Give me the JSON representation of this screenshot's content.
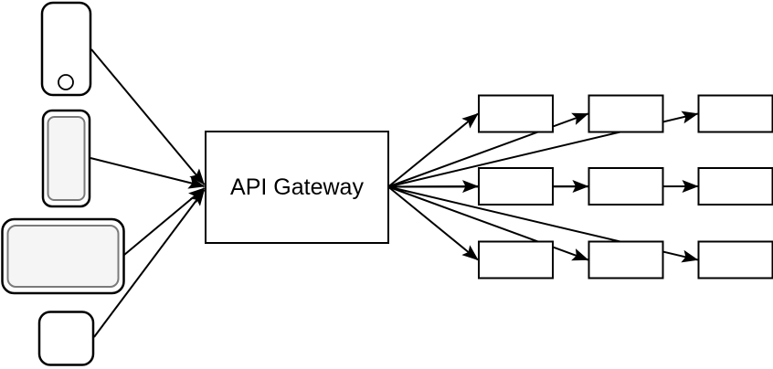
{
  "gateway": {
    "label": "API Gateway"
  },
  "clients": [
    {
      "name": "smartphone",
      "shape": "rounded-rect-with-home-button-circle",
      "fill": "#ffffff"
    },
    {
      "name": "tablet-portrait",
      "shape": "double-rounded-rect",
      "inner_fill": "#f5f5f5"
    },
    {
      "name": "tablet-landscape",
      "shape": "double-rounded-rect",
      "inner_fill": "#f5f5f5"
    },
    {
      "name": "generic-device",
      "shape": "rounded-square",
      "fill": "#ffffff"
    }
  ],
  "service_grid": {
    "rows": 3,
    "columns": 3,
    "box_labels": [
      [
        "",
        "",
        ""
      ],
      [
        "",
        "",
        ""
      ],
      [
        "",
        "",
        ""
      ]
    ]
  },
  "edges": [
    {
      "from": "smartphone",
      "to": "api-gateway"
    },
    {
      "from": "tablet-portrait",
      "to": "api-gateway"
    },
    {
      "from": "tablet-landscape",
      "to": "api-gateway"
    },
    {
      "from": "generic-device",
      "to": "api-gateway"
    },
    {
      "from": "api-gateway",
      "to": "service-r1c1"
    },
    {
      "from": "api-gateway",
      "to": "service-r1c2"
    },
    {
      "from": "api-gateway",
      "to": "service-r1c3"
    },
    {
      "from": "api-gateway",
      "to": "service-r2c1"
    },
    {
      "from": "api-gateway",
      "to": "service-r2c2"
    },
    {
      "from": "api-gateway",
      "to": "service-r2c3"
    },
    {
      "from": "api-gateway",
      "to": "service-r3c1"
    },
    {
      "from": "api-gateway",
      "to": "service-r3c2"
    },
    {
      "from": "api-gateway",
      "to": "service-r3c3"
    }
  ],
  "colors": {
    "background": "#ffffff",
    "stroke": "#000000",
    "box_fill": "#ffffff",
    "device_inner_fill": "#f5f5f5",
    "device_inner_stroke": "#7a7a7a"
  }
}
